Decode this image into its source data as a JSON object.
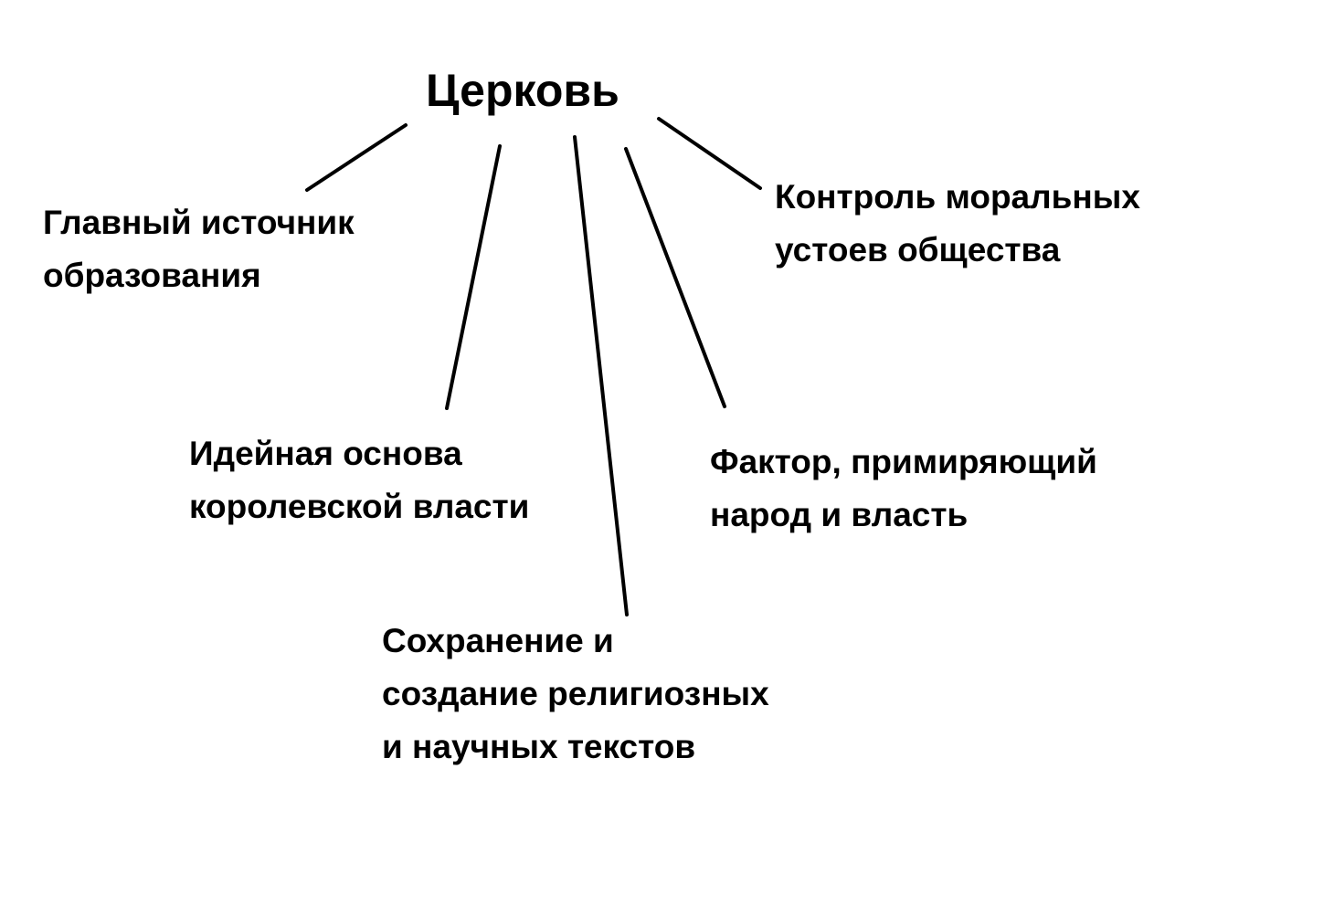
{
  "root": {
    "label": "Церковь"
  },
  "nodes": [
    {
      "id": "education",
      "lines": [
        "Главный источник",
        "образования"
      ]
    },
    {
      "id": "morals",
      "lines": [
        "Контроль моральных",
        "устоев общества"
      ]
    },
    {
      "id": "ideology",
      "lines": [
        "Идейная основа",
        "королевской власти"
      ]
    },
    {
      "id": "reconcile",
      "lines": [
        "Фактор, примиряющий",
        "народ и власть"
      ]
    },
    {
      "id": "texts",
      "lines": [
        "Сохранение и",
        "создание религиозных",
        "и научных текстов"
      ]
    }
  ],
  "colors": {
    "text": "#000000",
    "lines": "#000000",
    "background": "#ffffff"
  }
}
